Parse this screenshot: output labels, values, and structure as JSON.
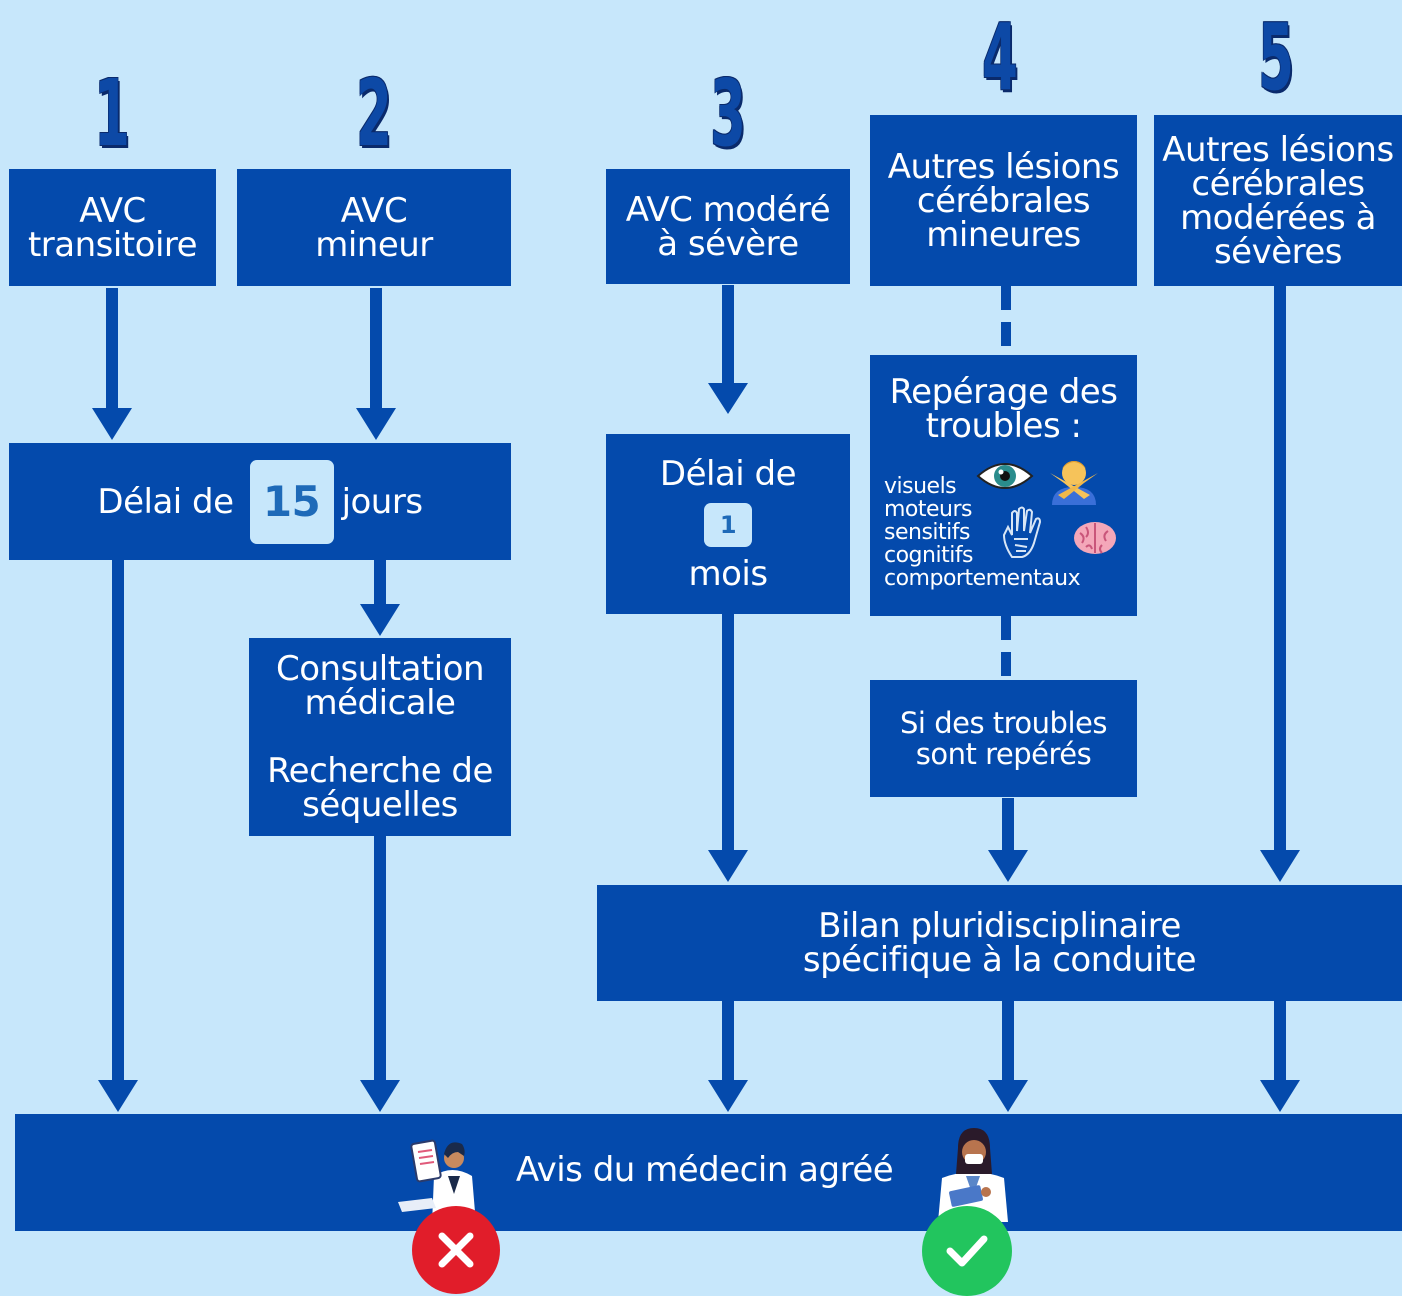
{
  "steps": {
    "n1": "1",
    "n2": "2",
    "n3": "3",
    "n4": "4",
    "n5": "5"
  },
  "boxes": {
    "avc_transitoire": [
      "AVC",
      "transitoire"
    ],
    "avc_mineur": [
      "AVC",
      "mineur"
    ],
    "avc_modere": [
      "AVC modéré",
      "à sévère"
    ],
    "autres_mineures": [
      "Autres lésions",
      "cérébrales",
      "mineures"
    ],
    "autres_moderees": [
      "Autres lésions",
      "cérébrales",
      "modérées à",
      "sévères"
    ],
    "delai15": {
      "prefix": "Délai de",
      "value": "15",
      "suffix": "jours"
    },
    "delai1": {
      "prefix": "Délai de",
      "value": "1",
      "suffix": "mois"
    },
    "consultation": [
      "Consultation",
      "médicale",
      "Recherche de",
      "séquelles"
    ],
    "reperage": {
      "title": [
        "Repérage des",
        "troubles :"
      ],
      "items": [
        "visuels",
        "moteurs",
        "sensitifs",
        "cognitifs",
        "comportementaux"
      ]
    },
    "si_troubles": [
      "Si des troubles",
      "sont repérés"
    ],
    "bilan": [
      "Bilan pluridisciplinaire",
      "spécifique à la conduite"
    ],
    "avis": "Avis du médecin agréé"
  },
  "colors": {
    "background": "#c7e7fb",
    "box": "#044aac",
    "arrow": "#044aac",
    "number": "#0d49a6",
    "reject": "#e11d2a",
    "accept": "#22c55e"
  },
  "icons": [
    "eye-icon",
    "crossed-arms-person-icon",
    "hand-icon",
    "brain-icon",
    "doctor-with-chart-icon",
    "doctor-with-clipboard-icon",
    "cross-icon",
    "check-icon"
  ]
}
